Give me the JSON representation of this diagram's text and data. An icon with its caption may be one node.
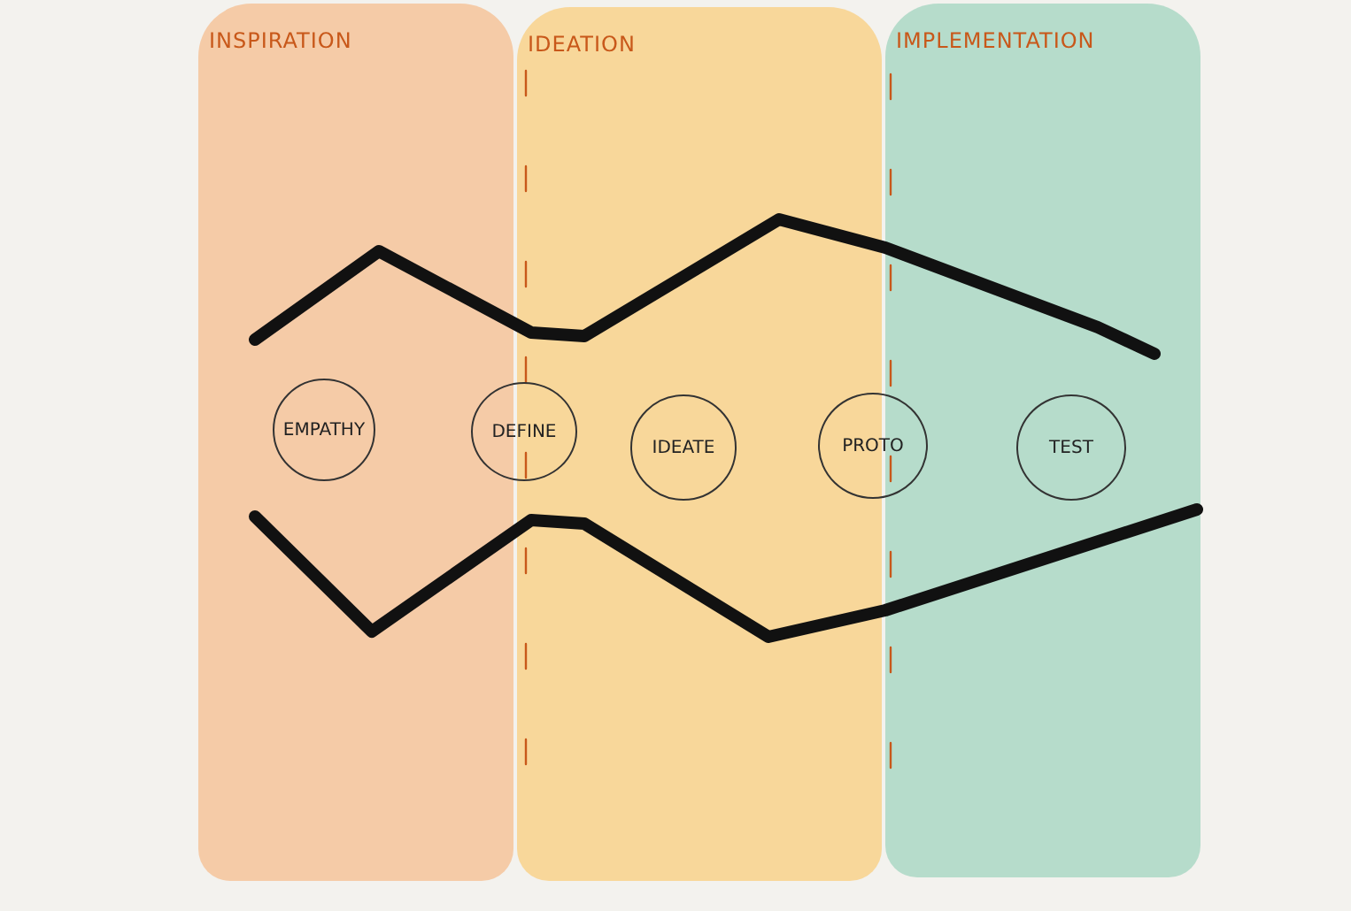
{
  "diagram": {
    "nodes": [
      {
        "text": [
          "INSPIRATION"
        ]
      },
      {
        "text": [
          "IDEATION"
        ]
      },
      {
        "text": [
          "IMPLEMENTATION"
        ]
      },
      {
        "text": [
          "EMPATHY"
        ],
        "in": 0
      },
      {
        "text": [
          "DEFINE"
        ]
      },
      {
        "text": [
          "IDEATE"
        ],
        "in": 1
      },
      {
        "text": [
          "PROTO"
        ]
      },
      {
        "text": [
          "TEST"
        ],
        "in": 2
      }
    ]
  }
}
